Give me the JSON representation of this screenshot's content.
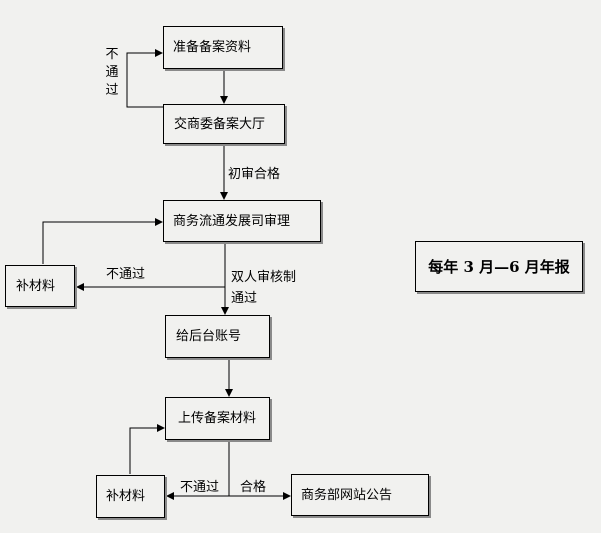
{
  "nodes": {
    "prepare": "准备备案资料",
    "submit": "交商委备案大厅",
    "review": "商务流通发展司审理",
    "supplement1": "补材料",
    "account": "给后台账号",
    "upload": "上传备案材料",
    "supplement2": "补材料",
    "publish": "商务部网站公告"
  },
  "edges": {
    "not_pass_vertical": "不通过",
    "initial_pass": "初审合格",
    "not_pass_1": "不通过",
    "double_review_line1": "双人审核制",
    "double_review_line2": "通过",
    "not_pass_2": "不通过",
    "qualified": "合格"
  },
  "note": "每年 3 月—6 月年报"
}
